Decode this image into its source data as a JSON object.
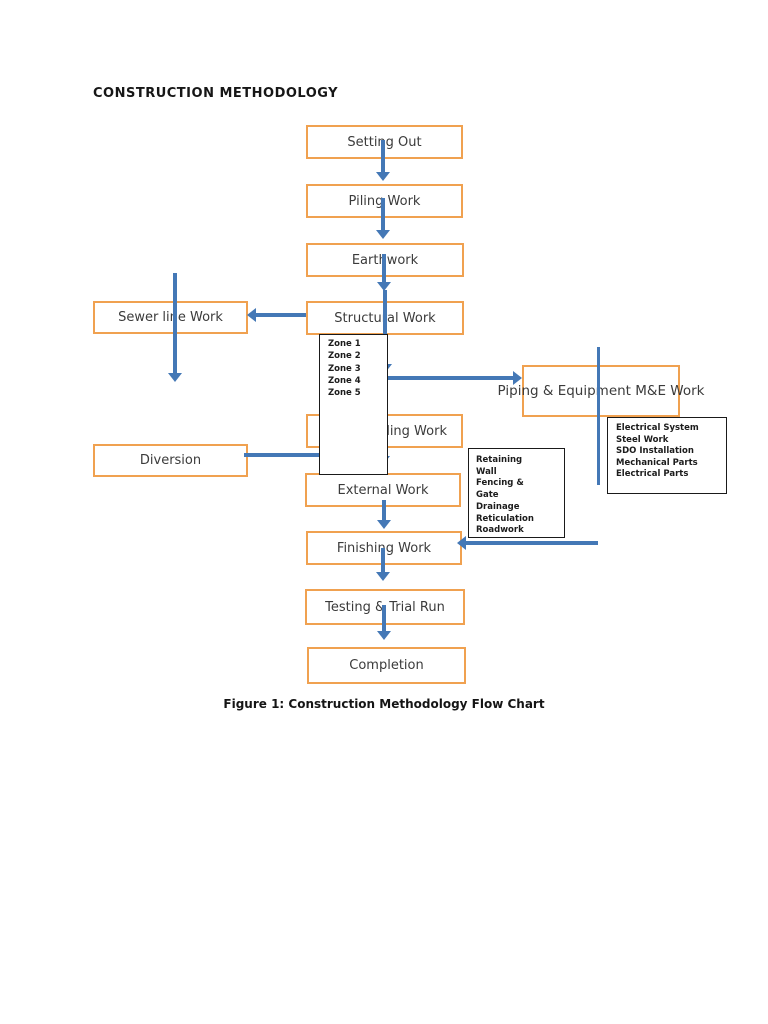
{
  "title": "CONSTRUCTION METHODOLOGY",
  "caption": "Figure 1: Construction Methodology Flow Chart",
  "nodes": {
    "setting_out": "Setting Out",
    "piling": "Piling Work",
    "earthwork": "Earthwork",
    "structural": "Structural Work",
    "sewer": "Sewer line Work",
    "main_building": "Main Building Work",
    "diversion": "Diversion",
    "piping": "Piping & Equipment M&E Work",
    "external": "External Work",
    "finishing": "Finishing Work",
    "testing": "Testing & Trial Run",
    "completion": "Completion"
  },
  "lists": {
    "zones": [
      "Zone 1",
      "Zone 2",
      "Zone 3",
      "Zone 4",
      "Zone 5"
    ],
    "external_scope": [
      "Retaining",
      "Wall",
      "Fencing &",
      "Gate",
      "Drainage",
      "Reticulation",
      "Roadwork"
    ],
    "me_scope": [
      "Electrical System",
      "Steel Work",
      "SDO Installation",
      "Mechanical Parts",
      "Electrical Parts"
    ]
  },
  "colors": {
    "node_border": "#F0A150",
    "arrow": "#4478B6",
    "list_border": "#1A1A1A"
  }
}
